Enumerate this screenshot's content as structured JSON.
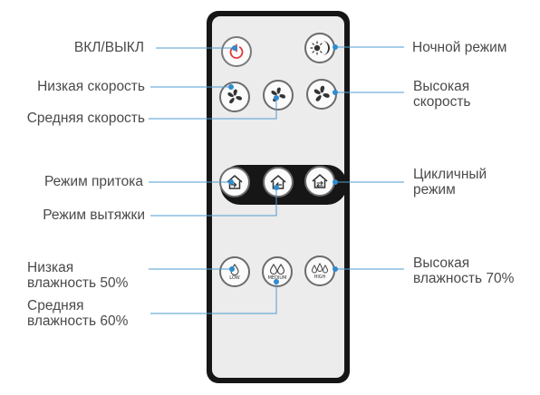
{
  "labels": {
    "power": "ВКЛ/ВЫКЛ",
    "night": "Ночной режим",
    "low_speed": "Низкая скорость",
    "mid_speed": "Средняя скорость",
    "high_speed_1": "Высокая",
    "high_speed_2": "скорость",
    "supply": "Режим притока",
    "exhaust": "Режим вытяжки",
    "cyclic_1": "Цикличный",
    "cyclic_2": "режим",
    "hum_low_1": "Низкая",
    "hum_low_2": "влажность 50%",
    "hum_mid_1": "Средняя",
    "hum_mid_2": "влажность 60%",
    "hum_high_1": "Высокая",
    "hum_high_2": "влажность 70%"
  },
  "buttons": {
    "hum_low_caption": "LOW",
    "hum_mid_caption": "MEDIUM",
    "hum_high_caption": "HIGH"
  },
  "colors": {
    "leader_line": "#4f9dd0",
    "leader_dot": "#2e8ccf",
    "power_icon": "#e23a3a",
    "remote_body": "#161616",
    "remote_face": "#ececec"
  }
}
